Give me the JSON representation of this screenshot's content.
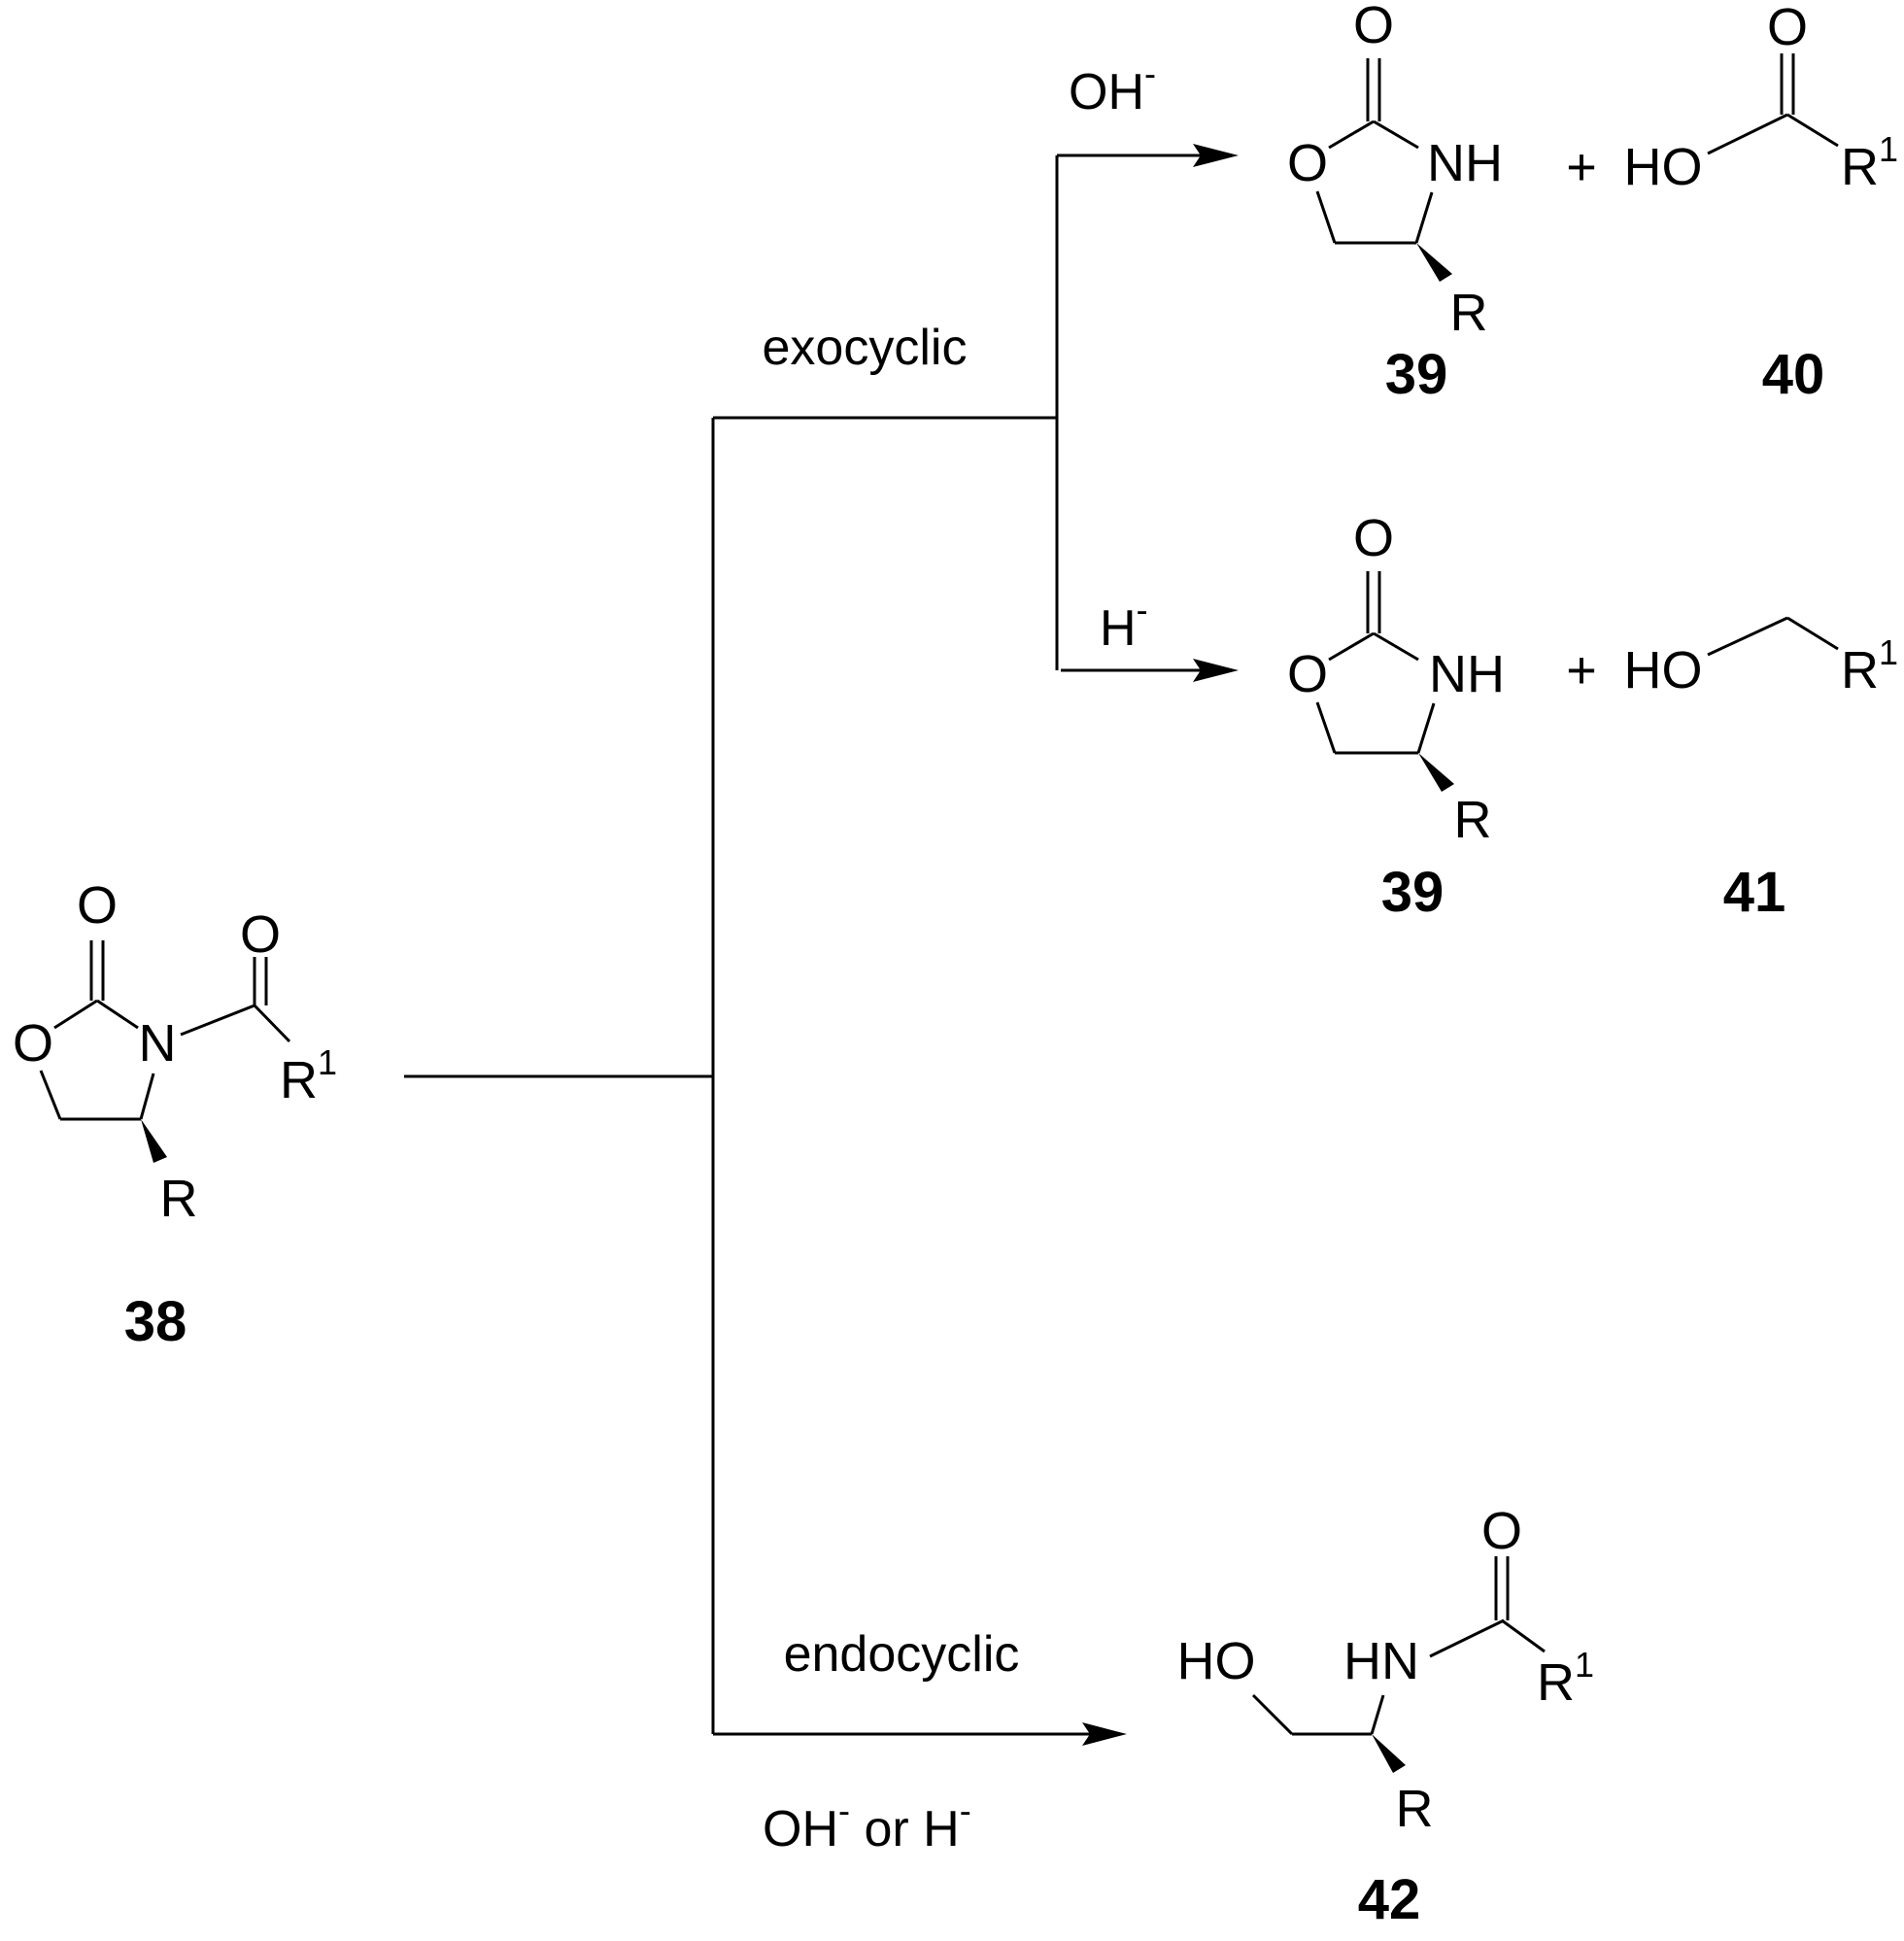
{
  "compounds": {
    "c38": "38",
    "c39a": "39",
    "c40": "40",
    "c39b": "39",
    "c41": "41",
    "c42": "42"
  },
  "atoms": {
    "O": "O",
    "N": "N",
    "NH": "NH",
    "HN": "HN",
    "HO": "HO",
    "R": "R",
    "R1_base": "R",
    "R1_sup": "1",
    "plus": "+"
  },
  "conditions": {
    "exocyclic": "exocyclic",
    "endocyclic": "endocyclic",
    "oh_base": "OH",
    "h_base": "H",
    "minus": "-",
    "or_text": " or "
  }
}
